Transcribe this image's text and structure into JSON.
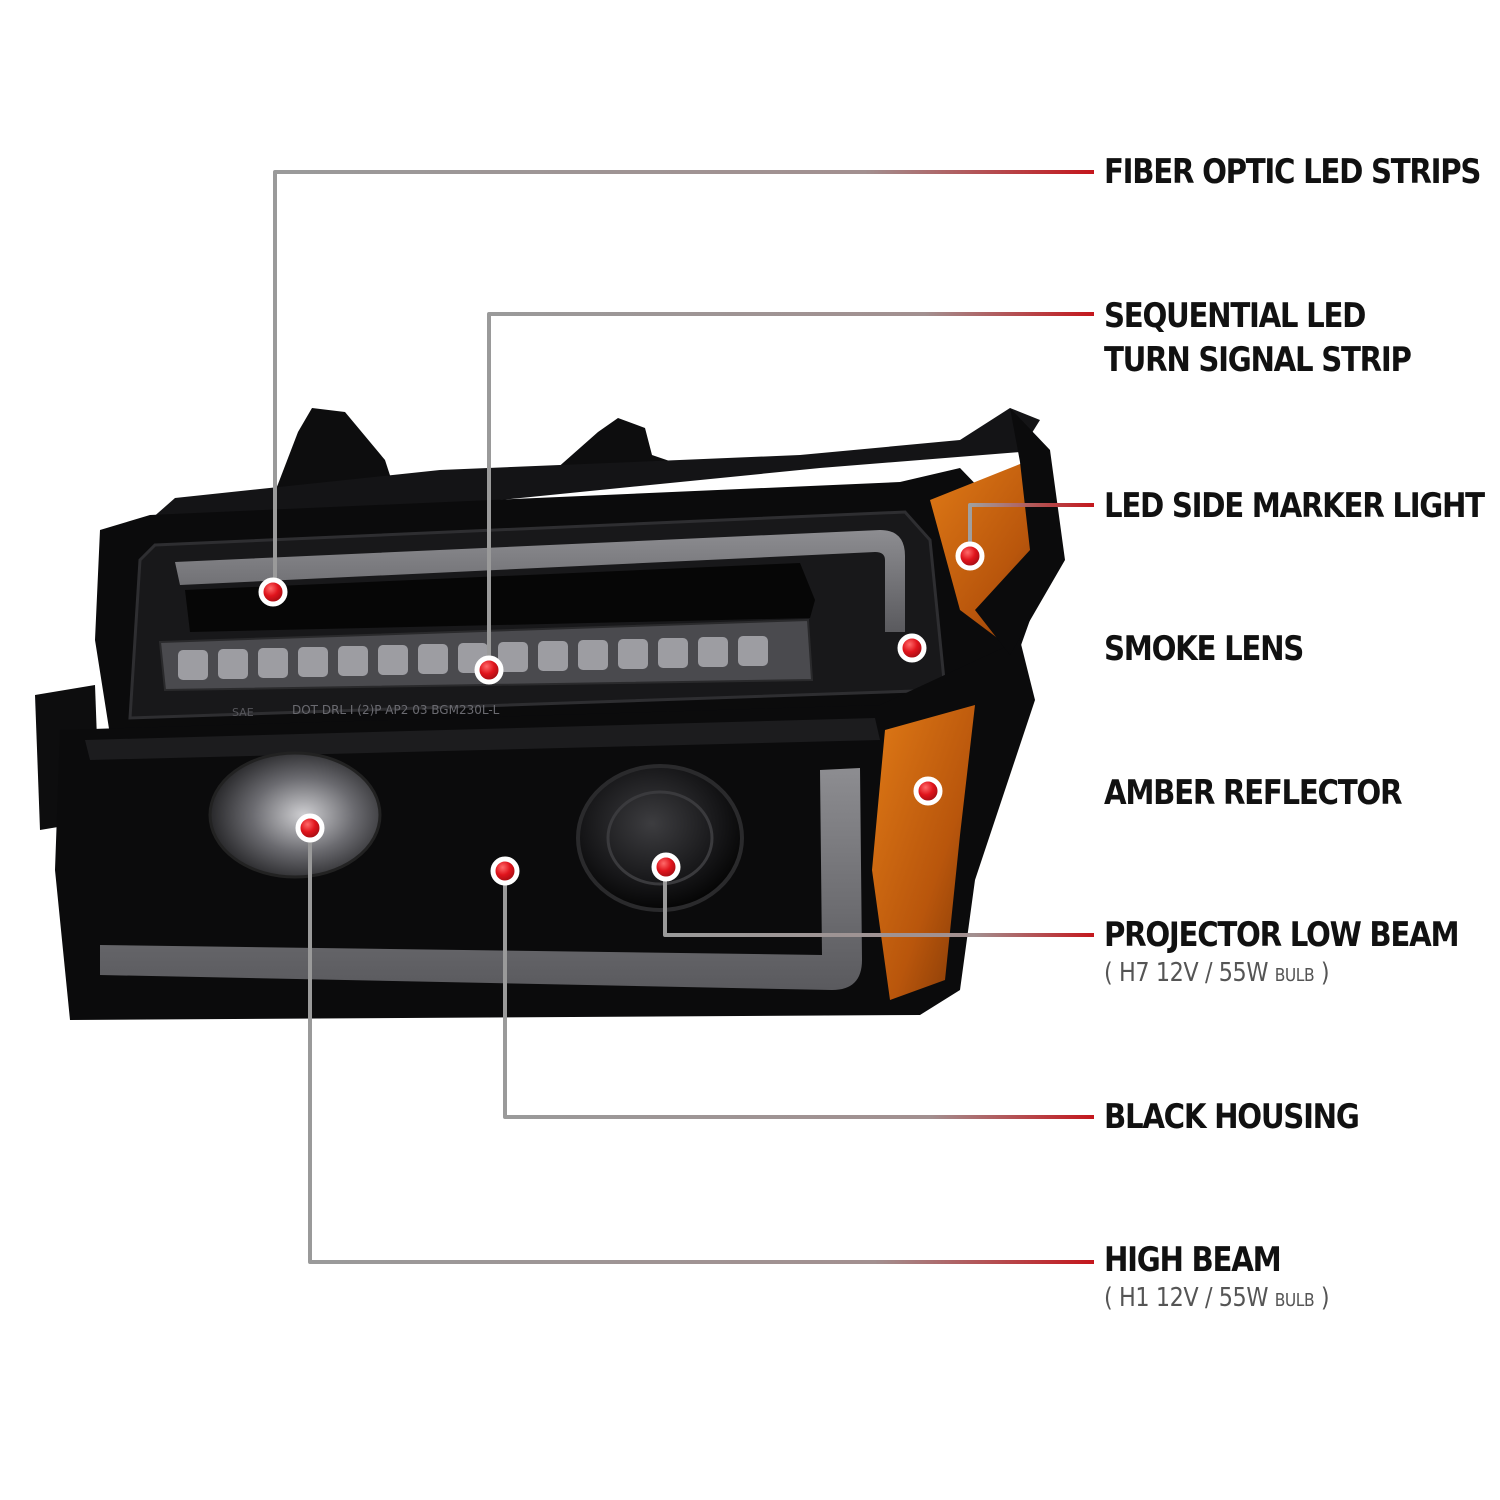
{
  "colors": {
    "leader_gray": "#9a9a9a",
    "leader_red": "#c4161c",
    "dot_red": "#e0141c",
    "housing": "#0b0b0c",
    "amber": "#c8640e",
    "smoke": "#6e6e72",
    "label_text": "#111111",
    "sub_text": "#555555"
  },
  "lens_markings": {
    "line1": "DOT DRL I (2)P AP2 03 BGM230L-L",
    "small": "SAE"
  },
  "callouts": [
    {
      "id": "fiber",
      "label": "FIBER OPTIC LED STRIPS"
    },
    {
      "id": "sequential",
      "label_line1": "SEQUENTIAL LED",
      "label_line2": "TURN SIGNAL STRIP"
    },
    {
      "id": "marker",
      "label": "LED SIDE MARKER LIGHT"
    },
    {
      "id": "smoke",
      "label": "SMOKE LENS"
    },
    {
      "id": "amber",
      "label": "AMBER REFLECTOR"
    },
    {
      "id": "projector",
      "label": "PROJECTOR LOW BEAM",
      "spec_open": "( H7  12V / 55W ",
      "spec_bulb": "BULB",
      "spec_close": " )"
    },
    {
      "id": "housing",
      "label": "BLACK HOUSING"
    },
    {
      "id": "highbeam",
      "label": "HIGH BEAM",
      "spec_open": "( H1  12V / 55W ",
      "spec_bulb": "BULB",
      "spec_close": " )"
    }
  ]
}
